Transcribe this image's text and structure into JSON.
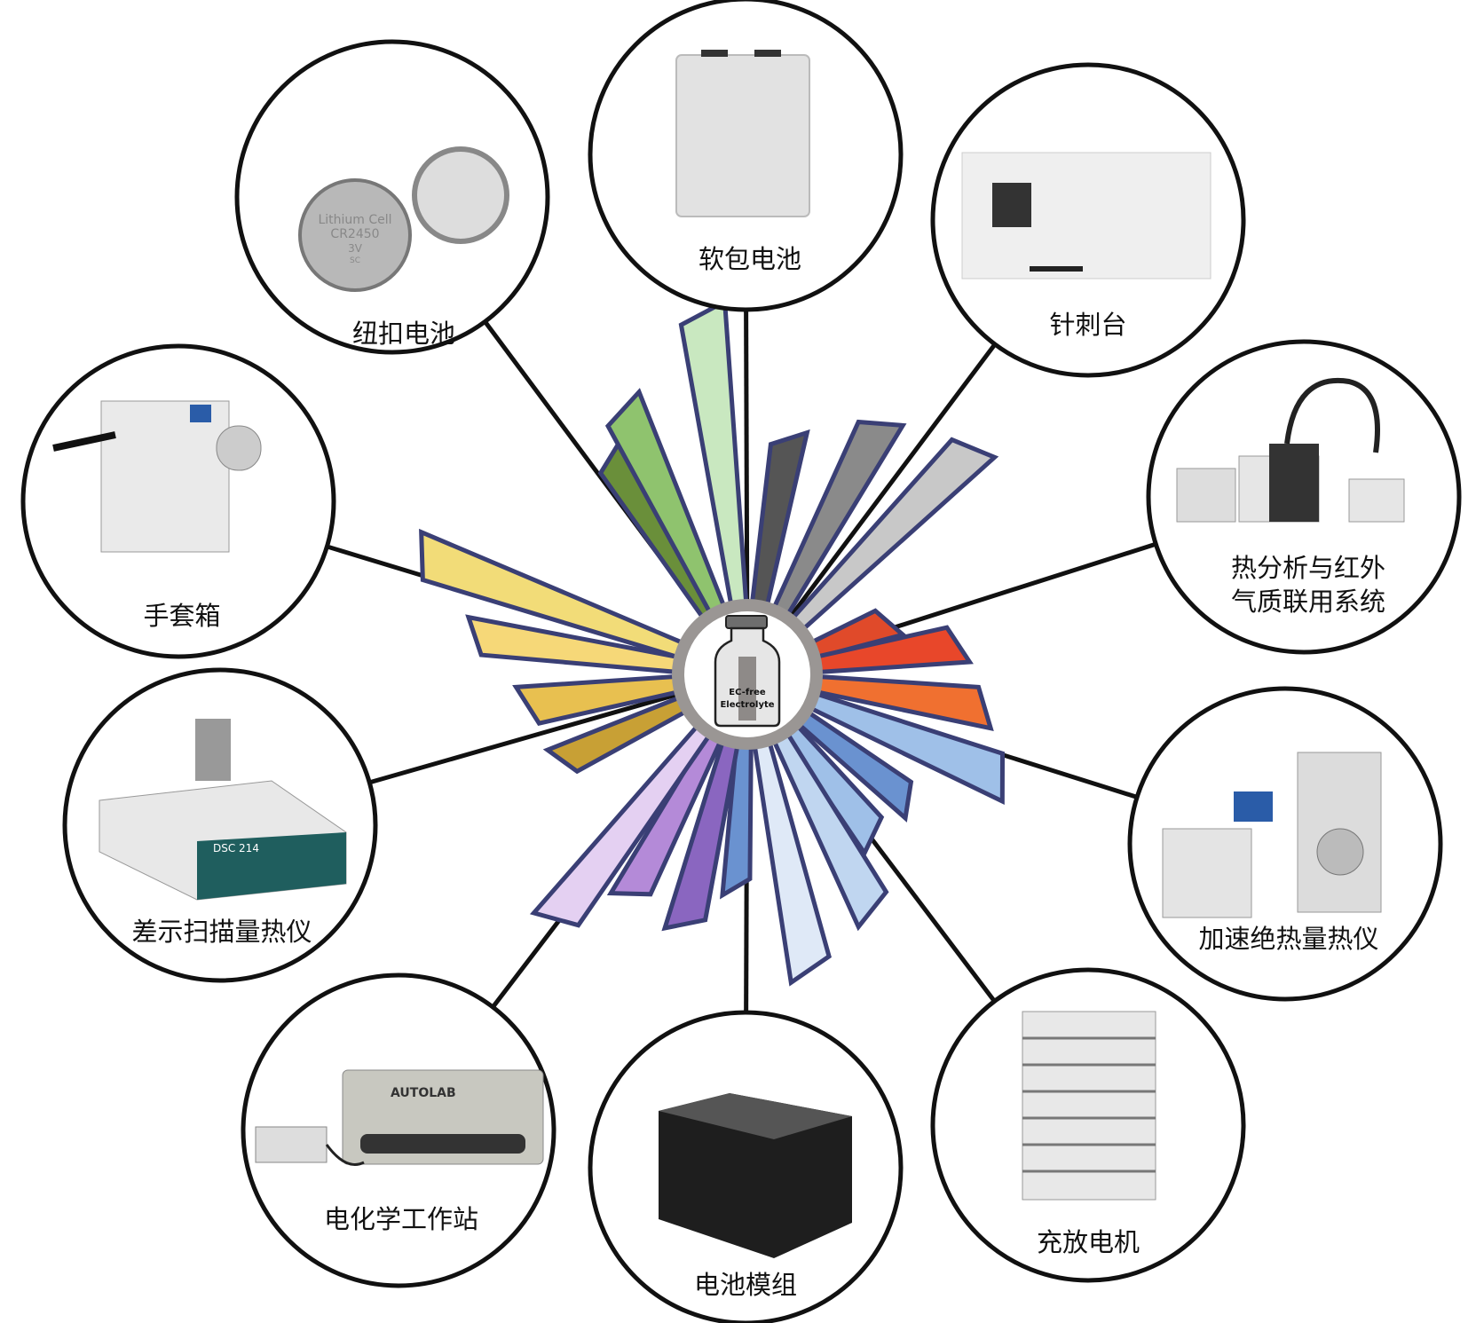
{
  "center": {
    "line1": "EC-free",
    "line2": "Electrolyte"
  },
  "nodes": [
    {
      "id": "coin-cell",
      "label": "纽扣电池",
      "sub": [
        "Lithium Cell",
        "CR2450",
        "3V",
        "SC"
      ]
    },
    {
      "id": "pouch-cell",
      "label": "软包电池"
    },
    {
      "id": "nail-test",
      "label": "针刺台"
    },
    {
      "id": "tga-ftir-gcms",
      "label": "热分析与红外",
      "label2": "气质联用系统"
    },
    {
      "id": "arc",
      "label": "加速绝热量热仪"
    },
    {
      "id": "battery-cycler",
      "label": "充放电机"
    },
    {
      "id": "battery-module",
      "label": "电池模组"
    },
    {
      "id": "electrochem-station",
      "label": "电化学工作站",
      "brand": "AUTOLAB"
    },
    {
      "id": "dsc",
      "label": "差示扫描量热仪",
      "model": "DSC 214"
    },
    {
      "id": "glovebox",
      "label": "手套箱"
    }
  ],
  "palette": {
    "outline": "#3a3f75",
    "blades": [
      "#f2dc78",
      "#6a8f3a",
      "#8fc36e",
      "#c9e8c0",
      "#555555",
      "#8a8a8a",
      "#c8c8c8",
      "#e04a2a",
      "#e8472a",
      "#f07030",
      "#9fc0e8",
      "#6a92d0",
      "#c0d6f0",
      "#dfe9f7",
      "#8a66c0",
      "#b48ad8",
      "#e4d0f2",
      "#c8a035",
      "#e8c050",
      "#f6d878"
    ]
  }
}
